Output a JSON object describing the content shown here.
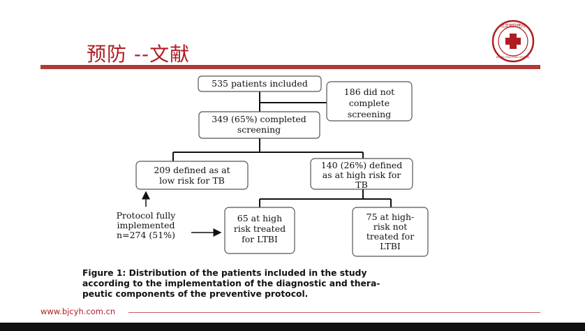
{
  "slide": {
    "title": "预防 --文献",
    "footer_url": "www.bjcyh.com.cn"
  },
  "logo": {
    "text": "北京朝阳医院",
    "subtext": "BEIJING CHAO-YANG HOSPITAL"
  },
  "flowchart": {
    "included": [
      "535 patients included"
    ],
    "not_complete": [
      "186 did not",
      "complete",
      "screening"
    ],
    "completed": [
      "349 (65%) completed",
      "screening"
    ],
    "low_risk": [
      "209 defined as at",
      "low risk for TB"
    ],
    "high_risk": [
      "140 (26%) defined",
      "as at high risk for",
      "TB"
    ],
    "protocol": [
      "Protocol  fully",
      "implemented",
      "n=274 (51%)"
    ],
    "treated": [
      "65 at high",
      "risk treated",
      "for LTBI"
    ],
    "not_treated": [
      "75 at high-",
      "risk not",
      "treated for",
      "LTBI"
    ]
  },
  "caption": {
    "line1": "Figure 1: Distribution of the patients included in the study",
    "line2": "according to the implementation of the diagnostic and thera-",
    "line3": "peutic components of the preventive protocol."
  },
  "colors": {
    "accent": "#b01c22",
    "rule": "#b03a35"
  }
}
